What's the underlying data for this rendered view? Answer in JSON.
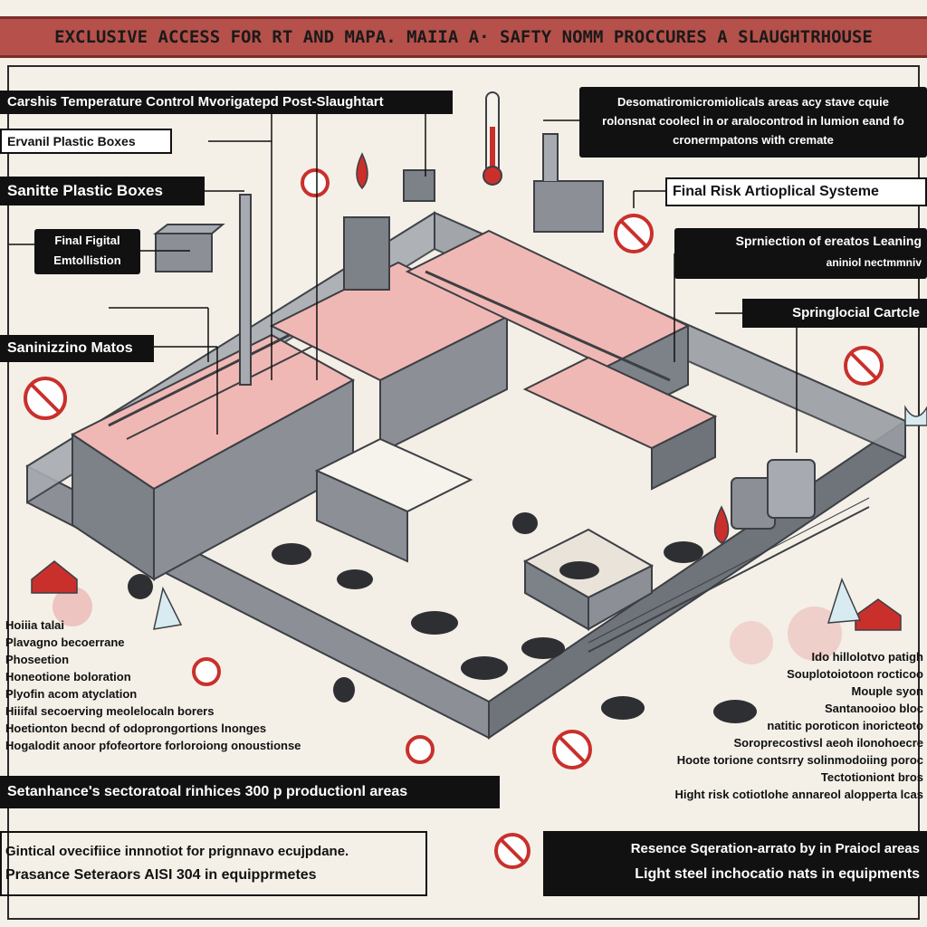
{
  "header": {
    "title": "EXCLUSIVE ACCESS FOR RT  AND MAPA. MAIIA A·  SAFTY NOMM PROCCURES A  SLAUGHTRHOUSE"
  },
  "labels": {
    "carcass_temp": "Carshis Temperature Control Mvorigatерd Post-Slaughtart",
    "plastic_boxes_small": "Ervanil Plastic Boxes",
    "sanitize_plastic_boxes": "Sanitte Plastic Boxes",
    "final_digital_l1": "Final Figital",
    "final_digital_l2": "Emtollistion",
    "sanitizing_mats": "Saninizzino Matos",
    "top_right_desc": "Desomatiromicromiolicals areas acy stave cquie rolonsnat coolecl in or aralocontrod in lumion eand fo cronermpatons with cremate",
    "final_risk": "Final Risk Artioplical Systeme",
    "sprinklers_l1": "Sprniection of ereatos Leaning",
    "sprinklers_l2": "aniniol nectmmniv",
    "springlocial": "Springlocial Cartcle",
    "sectoral": "Setanhance's sectoratoal rinhices 300 p productionl areas",
    "bottom_left_l1": "Gintical ovecifiice innnotiot for prignnavo ecujpdane.",
    "bottom_left_l2": "Prasance Seteraors AISI 304 in equipprmetes",
    "bottom_right_l1": "Resence Sqeration-arrato by in  Praiocl areas",
    "bottom_right_l2": "Light steel  inchocatio nats in equipments"
  },
  "left_list": [
    "Hoiiia talai",
    "Plavagno becoerrane",
    "Phoseetion",
    "Honeotione boloration",
    "Plyofin acom atyclation",
    "Hiiifal secoerving meolelocaln borers",
    "Hoetionton becnd of odoprongortions lnonges",
    "Hogalodit anoor pfofeortore forloroiong onoustionse"
  ],
  "right_list": [
    "Ido hillolotvo patigh",
    "Souplotoiotoon rocticoo",
    "Mouple syon",
    "Santanooioo bloc",
    "natitic poroticon inoricteoto",
    "Soroprecostivsl aeoh ilonohoecre",
    "Hoote torione contsrry solinmodoiing poroc",
    "Tectotioniont bros",
    "Hight risk cotiotlohe annareol alopperta lcas"
  ],
  "colors": {
    "banner": "#b5514a",
    "wall": "#8c9096",
    "wall_dark": "#5f636a",
    "meat": "#f0b8b4",
    "accent": "#c9302c",
    "floor": "#f3eee6"
  },
  "icons": [
    "no-entry-sign-icon",
    "drop-icon",
    "thermometer-icon",
    "cattle-icon",
    "sprinkler-icon",
    "warning-sign-icon"
  ]
}
